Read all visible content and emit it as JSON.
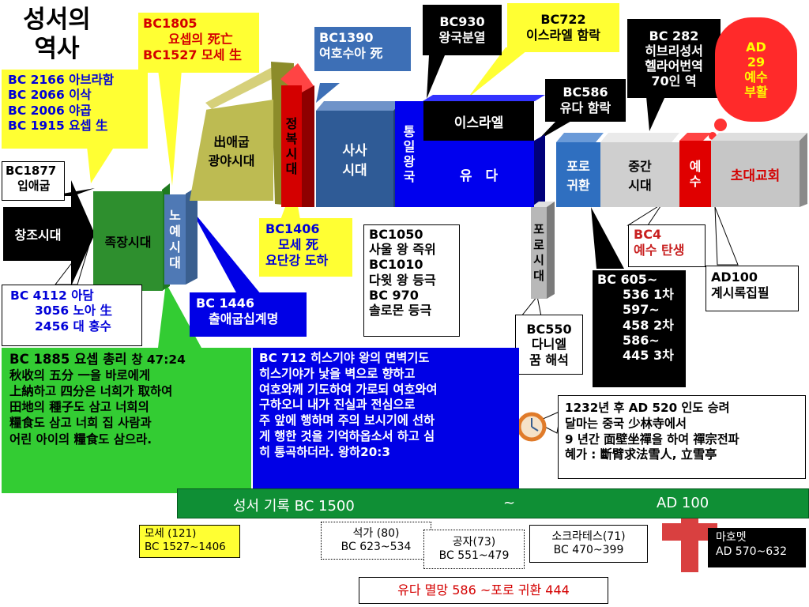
{
  "title": "성서의\n역사",
  "colors": {
    "yellow": "#ffff33",
    "green": "#339933",
    "darkgreen": "#0b8a2b",
    "blue": "#0000e6",
    "red": "#d40000"
  },
  "blocks": {
    "creation": "창조시대",
    "patriarch": "족장시대",
    "egypt": "노예시대",
    "exodus": "出애굽\n광야시대",
    "conquest": "정복시대",
    "judges": "사사\n시대",
    "united": "통일왕국",
    "israel": "이스라엘",
    "judah": "유　다",
    "exile": "포로시대",
    "return": "포로\n귀환",
    "intertestament": "중간\n시대",
    "jesus": "예수",
    "church": "초대교회"
  },
  "callouts": {
    "joseph_death": "BC1805\n　　요셉의 死亡\nBC1527 모세 生",
    "patriarchs": "BC 2166 아브라함\nBC 2066 이삭\nBC 2006 야곱\nBC 1915 요셉 生",
    "egypt_entry": "BC1877\n　입애굽",
    "adam": "BC 4112 아담\n　　3056 노아 生\n　　2456 대 홍수",
    "joshua": "BC1390\n여호수아 死",
    "moses_death": "BC1406\n　모세 死\n요단강 도하",
    "exodus_date": "BC 1446\n　출애굽십계명",
    "division": "BC930\n왕국분열",
    "israel_fall": "BC722\n이스라엘 함락",
    "judah_fall": "BC586\n유다 함락",
    "septuagint": "BC 282\n히브리성서\n헬라어번역\n70인 역",
    "resurrection": "AD\n29\n예수\n부활",
    "kings": "BC1050\n사울 왕 즉위\nBC1010\n다윗 왕 등극\nBC 970\n솔로몬  등극",
    "jesus_birth": "BC4\n예수 탄생",
    "revelation": "AD100\n계시록집필",
    "deportation": "BC 605~\n　　536 1차\n　　597~\n　　458 2차\n　　586~\n　　445 3차",
    "daniel": "BC550\n다니엘\n꿈 해석",
    "hezekiah": "BC 712  히스기야 왕의 면벽기도\n히스기야가 낯을 벽으로 향하고\n여호와께 기도하여 가로되 여호와여\n구하오니  내가 진실과 전심으로\n주 앞에 행하며 주의 보시기에 선하\n게 행한 것을 기억하옵소서 하고 심\n히 통곡하더라.  왕하20:3",
    "bodhidharma": "1232년 후 AD 520 인도 승려\n달마는 중국 少林寺에서\n9 년간 面壁坐禪을 하여 禪宗전파\n혜가 : 斷臂求法雪人, 立雪亭",
    "joseph_verse_head": "BC 1885 요셉 총리 ",
    "joseph_verse_ref": "창 47:24",
    "joseph_verse_body": " 秋收의 五分 一을 바로에게\n上納하고 四分은 너희가 取하여\n田地의 種子도 삼고 너희의\n糧食도 삼고 너희 집 사람과\n어린 아이의  糧食도 삼으라."
  },
  "banner": {
    "left": "성서 기록  BC 1500",
    "mid": "~",
    "right": "AD 100"
  },
  "bottom": {
    "moses": "모세 (121)\nBC 1527~1406",
    "buddha": "석가 (80)\nBC 623~534",
    "confucius": "공자(73)\nBC 551~479",
    "socrates": "소크라테스(71)\nBC 470~399",
    "mohammed": "마호멧\nAD 570~632",
    "judah_return": "유다 멸망 586 ~포로 귀환  444"
  }
}
